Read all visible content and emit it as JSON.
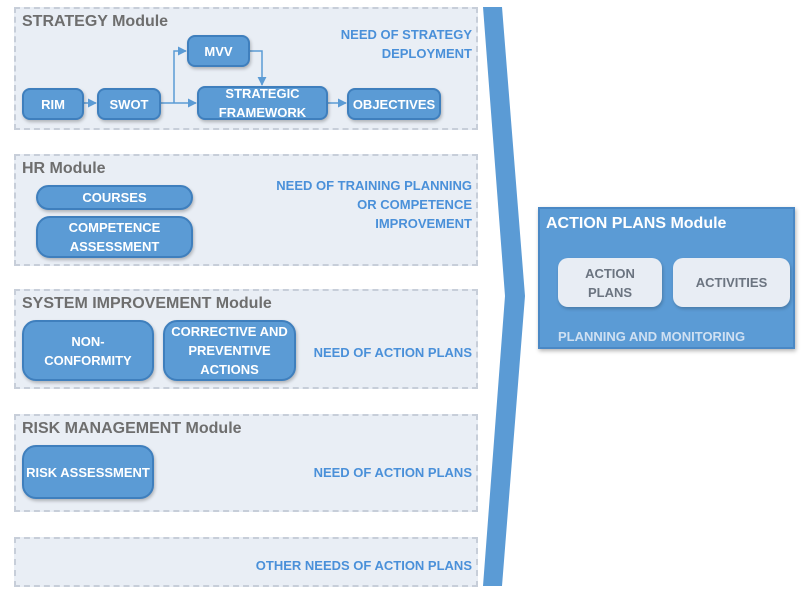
{
  "strategy": {
    "title": "STRATEGY Module",
    "need": [
      "NEED OF STRATEGY",
      "DEPLOYMENT"
    ],
    "rim": "RIM",
    "swot": "SWOT",
    "mvv": "MVV",
    "framework": [
      "STRATEGIC",
      "FRAMEWORK"
    ],
    "objectives": "OBJECTIVES"
  },
  "hr": {
    "title": "HR Module",
    "need": [
      "NEED OF TRAINING PLANNING",
      "OR COMPETENCE",
      "IMPROVEMENT"
    ],
    "courses": "COURSES",
    "competence": [
      "COMPETENCE",
      "ASSESSMENT"
    ]
  },
  "system_improvement": {
    "title": "SYSTEM IMPROVEMENT Module",
    "need": "NEED OF ACTION PLANS",
    "nonconformity": [
      "NON-",
      "CONFORMITY"
    ],
    "corrective": [
      "CORRECTIVE AND",
      "PREVENTIVE",
      "ACTIONS"
    ]
  },
  "risk": {
    "title": "RISK MANAGEMENT Module",
    "need": "NEED OF ACTION PLANS",
    "assessment": "RISK ASSESSMENT"
  },
  "other": {
    "need": "OTHER NEEDS OF ACTION PLANS"
  },
  "action_plans": {
    "title": "ACTION PLANS Module",
    "plans": [
      "ACTION",
      "PLANS"
    ],
    "activities": "ACTIVITIES",
    "footer": "PLANNING AND MONITORING"
  },
  "colors": {
    "accent": "#5b9bd5",
    "need_text": "#4a90d9",
    "module_bg": "#e9eef5"
  }
}
